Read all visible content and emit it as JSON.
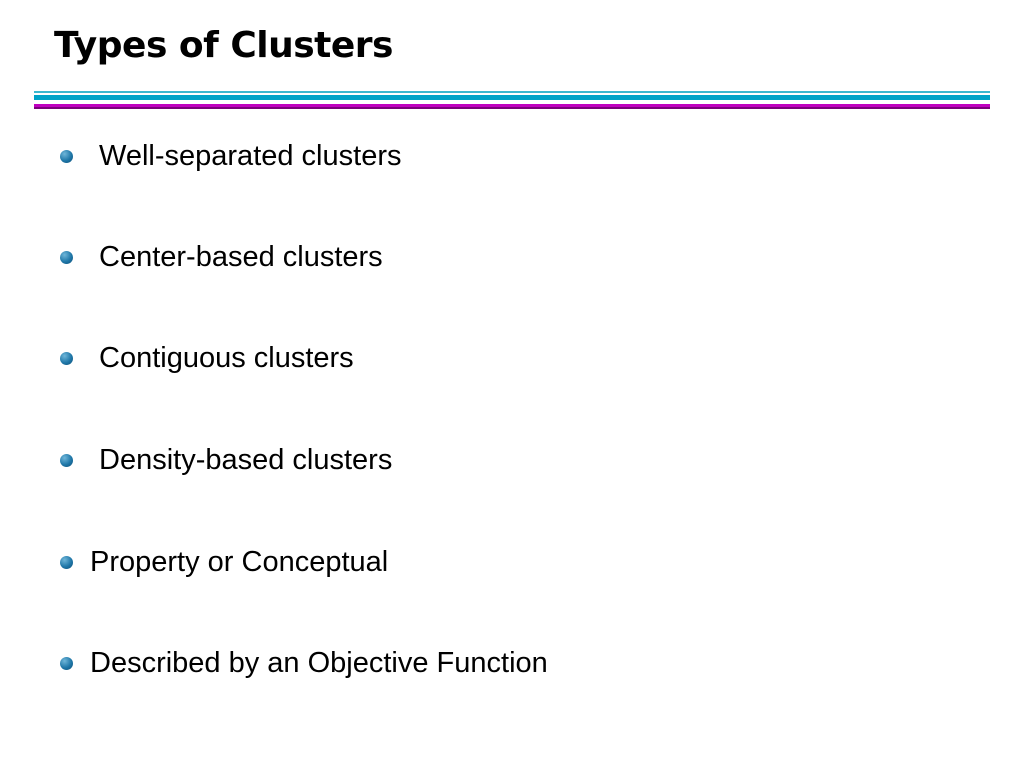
{
  "slide": {
    "title": "Types of Clusters",
    "bullets": [
      {
        "text": "Well-separated clusters"
      },
      {
        "text": "Center-based clusters"
      },
      {
        "text": "Contiguous clusters"
      },
      {
        "text": "Density-based clusters"
      },
      {
        "text": "Property or Conceptual"
      },
      {
        "text": "Described by an Objective Function"
      }
    ]
  },
  "colors": {
    "rule_cyan": "#00a3c8",
    "rule_magenta": "#c000c0",
    "bullet": "#1f77a8",
    "text": "#000000"
  },
  "icons": {
    "bullet": "round-bullet-icon"
  }
}
